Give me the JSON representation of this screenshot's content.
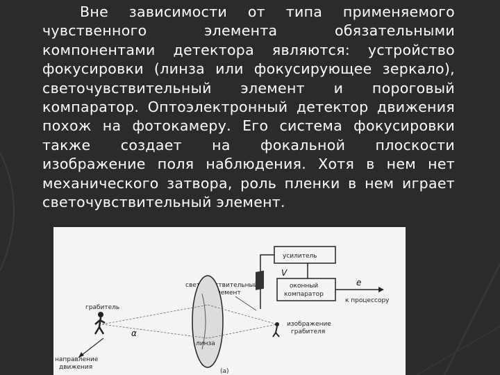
{
  "paragraph": "Вне зависимости от типа применяемого чувственного элемента обязательными компонентами детектора являются: устройство фокусировки (линза или фокусирующее зеркало), светочувствительный элемент и пороговый компаратор. Оптоэлектронный детектор движения похож на фотокамеру. Его система фокусировки также создает на фокальной плоскости изображение поля наблюдения. Хотя в нем нет механического затвора, роль пленки в нем играет светочувствительный элемент.",
  "diagram": {
    "amplifier": "усилитель",
    "comparator_line1": "оконный",
    "comparator_line2": "компаратор",
    "v_label": "V",
    "e_label": "e",
    "to_processor": "к процессору",
    "sensor_line1": "светочувствительный",
    "sensor_line2": "элемент",
    "intruder": "грабитель",
    "alpha": "α",
    "lens": "линза",
    "image_line1": "изображение",
    "image_line2": "грабителя",
    "direction_line1": "направление",
    "direction_line2": "движения",
    "caption": "(a)"
  }
}
